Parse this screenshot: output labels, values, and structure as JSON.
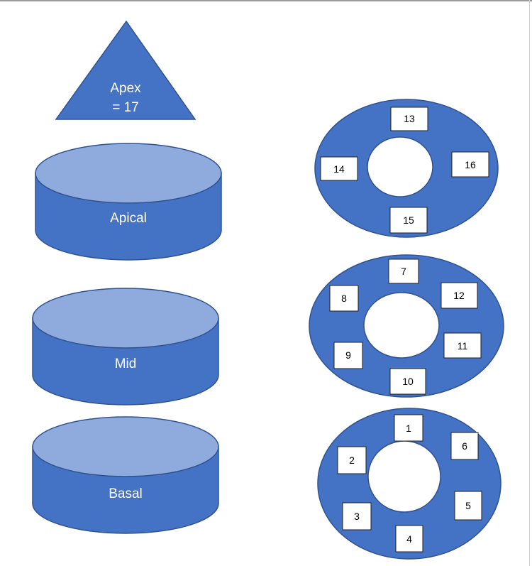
{
  "colors": {
    "fill": "#4472c4",
    "top": "#8faadc",
    "stroke": "#2f528f",
    "box": "#ffffff"
  },
  "apex": {
    "line1": "Apex",
    "line2": "= 17"
  },
  "cylinders": {
    "apical": "Apical",
    "mid": "Mid",
    "basal": "Basal"
  },
  "rings": {
    "apical": {
      "seg13": "13",
      "seg14": "14",
      "seg16": "16",
      "seg15": "15"
    },
    "mid": {
      "seg7": "7",
      "seg8": "8",
      "seg12": "12",
      "seg9": "9",
      "seg11": "11",
      "seg10": "10"
    },
    "basal": {
      "seg1": "1",
      "seg2": "2",
      "seg6": "6",
      "seg3": "3",
      "seg5": "5",
      "seg4": "4"
    }
  }
}
